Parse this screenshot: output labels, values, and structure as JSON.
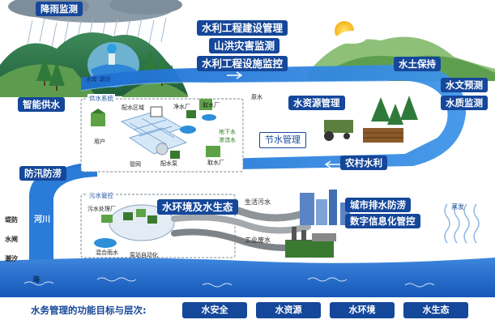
{
  "colors": {
    "river": "#1c6ed0",
    "river_light": "#6fb3ef",
    "tag_bg": "#15479a",
    "mountain": "#2a6b45",
    "grass": "#6aa84f",
    "sea": "#1b64c8"
  },
  "tags": {
    "rain": "降雨监测",
    "construction": "水利工程建设管理",
    "flood_disaster": "山洪灾害监测",
    "facility": "水利工程设施监控",
    "soil": "水土保持",
    "hydro_forecast": "水文预测",
    "water_quality": "水质监测",
    "smart_supply": "智能供水",
    "resource_mgmt": "水资源管理",
    "saving": "节水管理",
    "farm": "农村水利",
    "flood_control": "防汛防涝",
    "environment": "水环境及水生态",
    "urban_drain": "城市排水防涝",
    "digital": "数字信息化管控"
  },
  "panels": {
    "supply_title": "供水系统",
    "sewage_title": "污水管控"
  },
  "labels": {
    "reservoir": "水库 湖泊",
    "raw_water": "原水",
    "distribution_area": "配水区域",
    "purification_plant": "净水厂",
    "intake_plant": "取水厂",
    "users": "用户",
    "pump_station": "配水泵",
    "pipe_network": "管网",
    "groundwater": "地下水",
    "infiltration": "渗流水",
    "water_plant": "取水厂",
    "sewage_plant": "污水处理厂",
    "rain_outlet": "混合雨水",
    "auto_pump": "泵站自动化",
    "domestic_sewage": "生活污水",
    "industrial_sewage": "工业废水",
    "evaporation": "蒸发",
    "river": "河川",
    "sea": "海",
    "embankment": "堤防",
    "sluice": "水闸",
    "tide": "潮汐"
  },
  "footer": {
    "title": "水务管理的功能目标与层次:",
    "pills": [
      "水安全",
      "水资源",
      "水环境",
      "水生态"
    ]
  }
}
